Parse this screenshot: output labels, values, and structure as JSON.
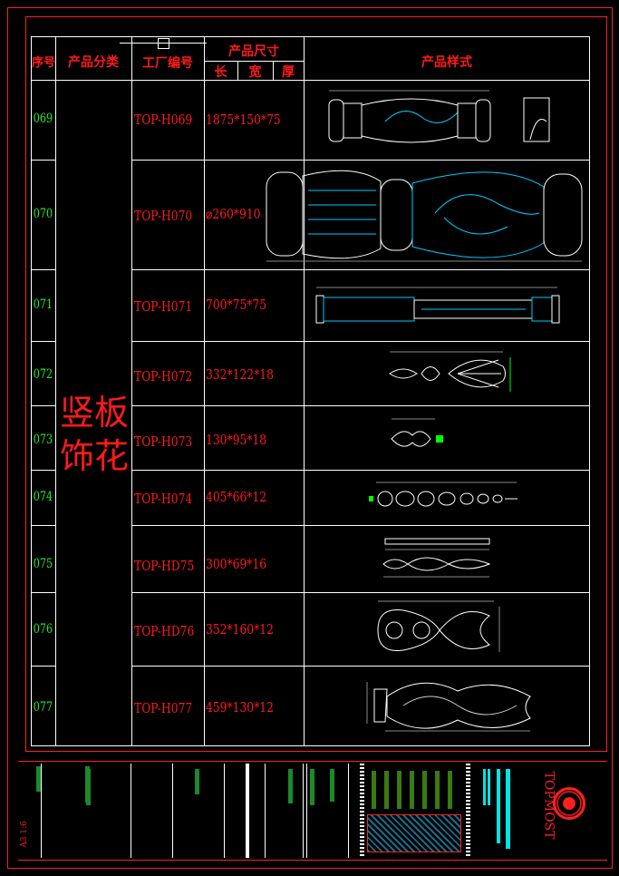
{
  "header": {
    "seq": "序号",
    "category": "产品分类",
    "factory_code": "工厂编号",
    "size": "产品尺寸",
    "length": "长",
    "width": "宽",
    "thickness": "厚",
    "style": "产品样式"
  },
  "category_label_1": "竖板",
  "category_label_2": "饰花",
  "rows": [
    {
      "seq": "069",
      "code": "TOP-H069",
      "size": "1875*150*75"
    },
    {
      "seq": "070",
      "code": "TOP-H070",
      "size": "⌀260*910"
    },
    {
      "seq": "071",
      "code": "TOP-H071",
      "size": "700*75*75"
    },
    {
      "seq": "072",
      "code": "TOP-H072",
      "size": "332*122*18"
    },
    {
      "seq": "073",
      "code": "TOP-H073",
      "size": "130*95*18"
    },
    {
      "seq": "074",
      "code": "TOP-H074",
      "size": "405*66*12"
    },
    {
      "seq": "075",
      "code": "TOP-HD75",
      "size": "300*69*16"
    },
    {
      "seq": "076",
      "code": "TOP-HD76",
      "size": "352*160*12"
    },
    {
      "seq": "077",
      "code": "TOP-H077",
      "size": "459*130*12"
    }
  ],
  "title_block": {
    "scale": "A3 1:6",
    "brand": "TOPMOST"
  },
  "colors": {
    "frame": "#ff2020",
    "grid": "#ffffff",
    "seq": "#22ee22",
    "text": "#ff1a1a",
    "hatch": "#1a6a8a",
    "cyan": "#00e5e5"
  }
}
